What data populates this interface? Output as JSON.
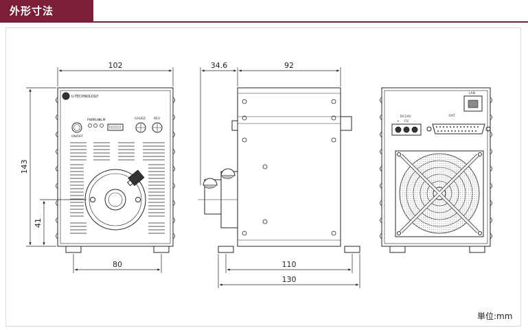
{
  "header": {
    "title": "外形寸法"
  },
  "units_label": "単位:mm",
  "front_view": {
    "brand": "U-TECHNOLOGY",
    "power_label": "ON/OFF",
    "knob1_label": "GAUGE",
    "knob2_label": "REV",
    "led_labels": [
      "PWR",
      "RUN",
      "ALM"
    ]
  },
  "rear_view": {
    "lan_label": "LAN",
    "ext_label": "EXT",
    "dc_label": "DC24V",
    "terminal_signs": [
      "+",
      "FG",
      "-"
    ]
  },
  "dimensions": {
    "front_width": "102",
    "front_height": "143",
    "front_center_height": "41",
    "front_foot_spacing": "80",
    "side_knob_depth": "34.6",
    "side_body_depth": "92",
    "side_foot_spacing": "110",
    "side_total_depth": "130"
  },
  "colors": {
    "header_bg": "#7c1e3a",
    "line": "#222222"
  }
}
